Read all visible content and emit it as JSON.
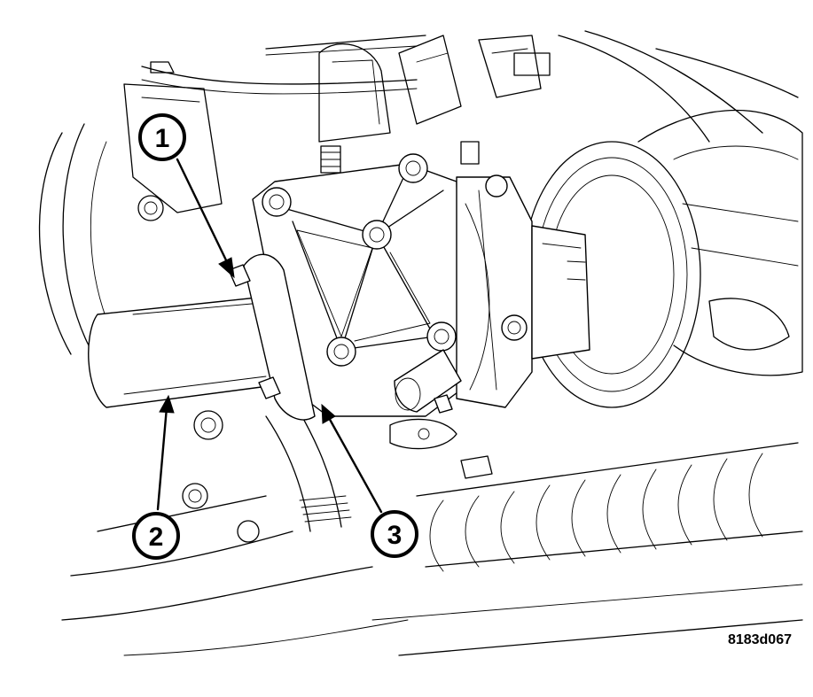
{
  "figure": {
    "id_label": "8183d067"
  },
  "callouts": [
    {
      "label": "1"
    },
    {
      "label": "2"
    },
    {
      "label": "3"
    }
  ],
  "colors": {
    "line": "#000000",
    "background": "#ffffff"
  }
}
